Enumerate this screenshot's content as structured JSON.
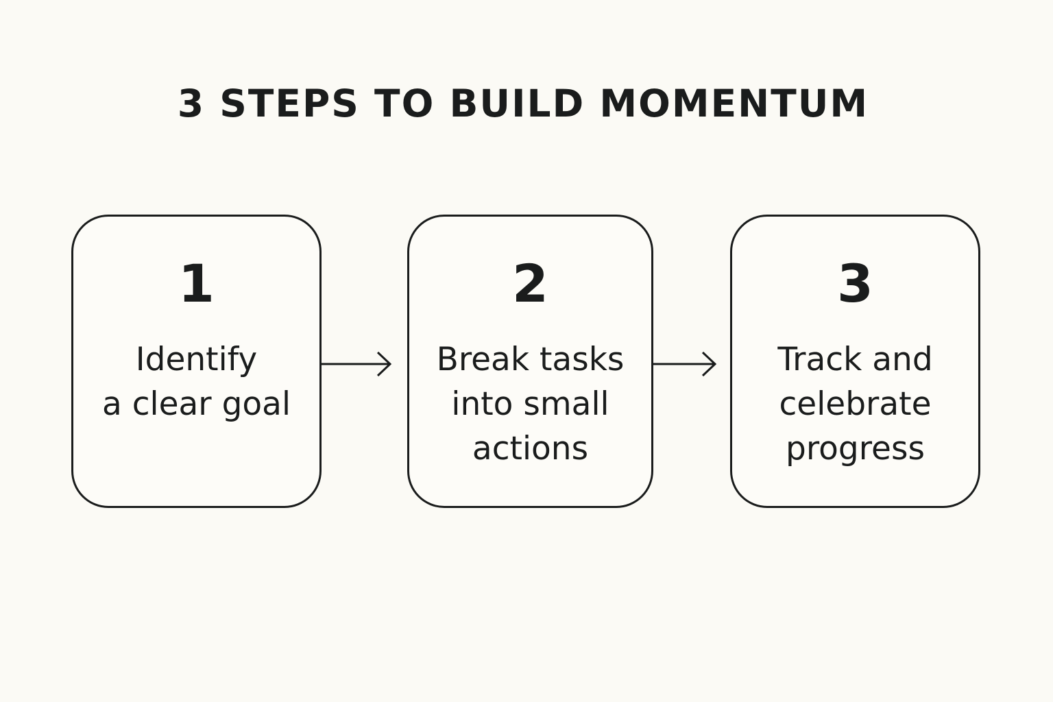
{
  "title": "3 STEPS TO BUILD MOMENTUM",
  "steps": [
    {
      "number": "1",
      "text": "Identify\na clear goal"
    },
    {
      "number": "2",
      "text": "Break tasks\ninto small\nactions"
    },
    {
      "number": "3",
      "text": "Track and\ncelebrate\nprogress"
    }
  ],
  "colors": {
    "background": "#fbfaf5",
    "ink": "#1a1c1c"
  },
  "icons": [
    "arrow-right-icon",
    "arrow-right-icon"
  ]
}
